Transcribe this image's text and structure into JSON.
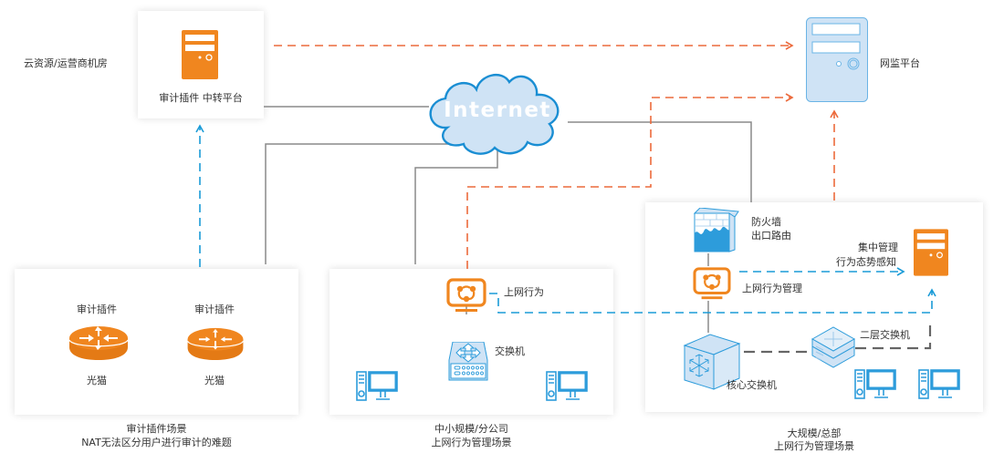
{
  "colors": {
    "orange": "#F0861F",
    "orange_dash": "#EC6A3C",
    "blue_dash": "#1A9BD7",
    "gray_line": "#8A8A8A",
    "cloud_fill": "#CFE3F5",
    "cloud_stroke": "#1A8ED3",
    "icon_blue": "#2D9CDB",
    "icon_blue_fill": "#CDE2F4"
  },
  "cloud_room": {
    "label": "云资源/运营商机房",
    "server_label": "审计插件 中转平台",
    "server_icon": "server-icon"
  },
  "internet": {
    "label": "Internet",
    "icon": "cloud-icon"
  },
  "monitor_platform": {
    "label": "网监平台",
    "icon": "server-icon"
  },
  "scenario_plugin": {
    "devices": [
      {
        "top_label": "审计插件",
        "bottom_label": "光猫",
        "icon": "router-icon"
      },
      {
        "top_label": "审计插件",
        "bottom_label": "光猫",
        "icon": "router-icon"
      }
    ],
    "caption_line1": "审计插件场景",
    "caption_line2": "NAT无法区分用户进行审计的难题"
  },
  "scenario_small": {
    "behavior_label": "上网行为",
    "switch_label": "交换机",
    "caption_line1": "中小规模/分公司",
    "caption_line2": "上网行为管理场景"
  },
  "scenario_large": {
    "firewall_line1": "防火墙",
    "firewall_line2": "出口路由",
    "behavior_label": "上网行为管理",
    "central_line1": "集中管理",
    "central_line2": "行为态势感知",
    "core_switch_label": "核心交换机",
    "l2_switch_label": "二层交换机",
    "caption_line1": "大规模/总部",
    "caption_line2": "上网行为管理场景"
  }
}
